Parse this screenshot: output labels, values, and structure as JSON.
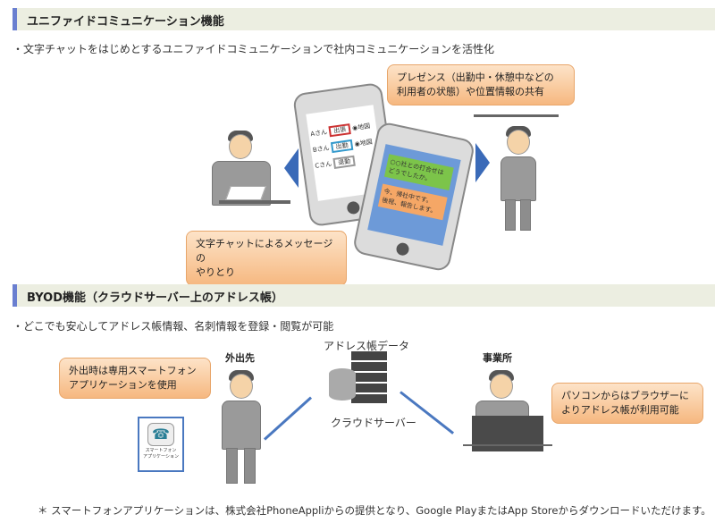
{
  "section1": {
    "title": "ユニファイドコミュニケーション機能",
    "bullet": "文字チャットをはじめとするユニファイドコミュニケーションで社内コミュニケーションを活性化",
    "bubble_presence": [
      "プレゼンス（出勤中・休憩中などの",
      "利用者の状態）や位置情報の共有"
    ],
    "bubble_chat": [
      "文字チャットによるメッセージの",
      "やりとり"
    ],
    "presence_rows": [
      {
        "name": "Aさん",
        "status": "出張",
        "loc": "地図"
      },
      {
        "name": "Bさん",
        "status": "出勤",
        "loc": "地図"
      },
      {
        "name": "Cさん",
        "status": "退勤"
      }
    ],
    "chat_green": [
      "○○社との打合せは",
      "どうでしたか。"
    ],
    "chat_orange": [
      "今、帰社中です。",
      "後程、報告します。"
    ]
  },
  "section2": {
    "title": "BYOD機能（クラウドサーバー上のアドレス帳）",
    "bullet": "どこでも安心してアドレス帳情報、名刺情報を登録・閲覧が可能",
    "label_out": "外出先",
    "label_office": "事業所",
    "server_top": "アドレス帳データ",
    "server_bottom": "クラウドサーバー",
    "bubble_out": [
      "外出時は専用スマートフォン",
      "アプリケーションを使用"
    ],
    "bubble_office": [
      "パソコンからはブラウザーに",
      "よりアドレス帳が利用可能"
    ],
    "app_label": [
      "スマートフォン",
      "アプリケーション"
    ]
  },
  "footnote": "＊ スマートフォンアプリケーションは、株式会社PhoneAppliからの提供となり、Google PlayまたはApp Storeからダウンロードいただけます。",
  "colors": {
    "accent": "#6a7fd0",
    "arrow": "#3a6ab8",
    "bubble": "#f8c99a"
  }
}
